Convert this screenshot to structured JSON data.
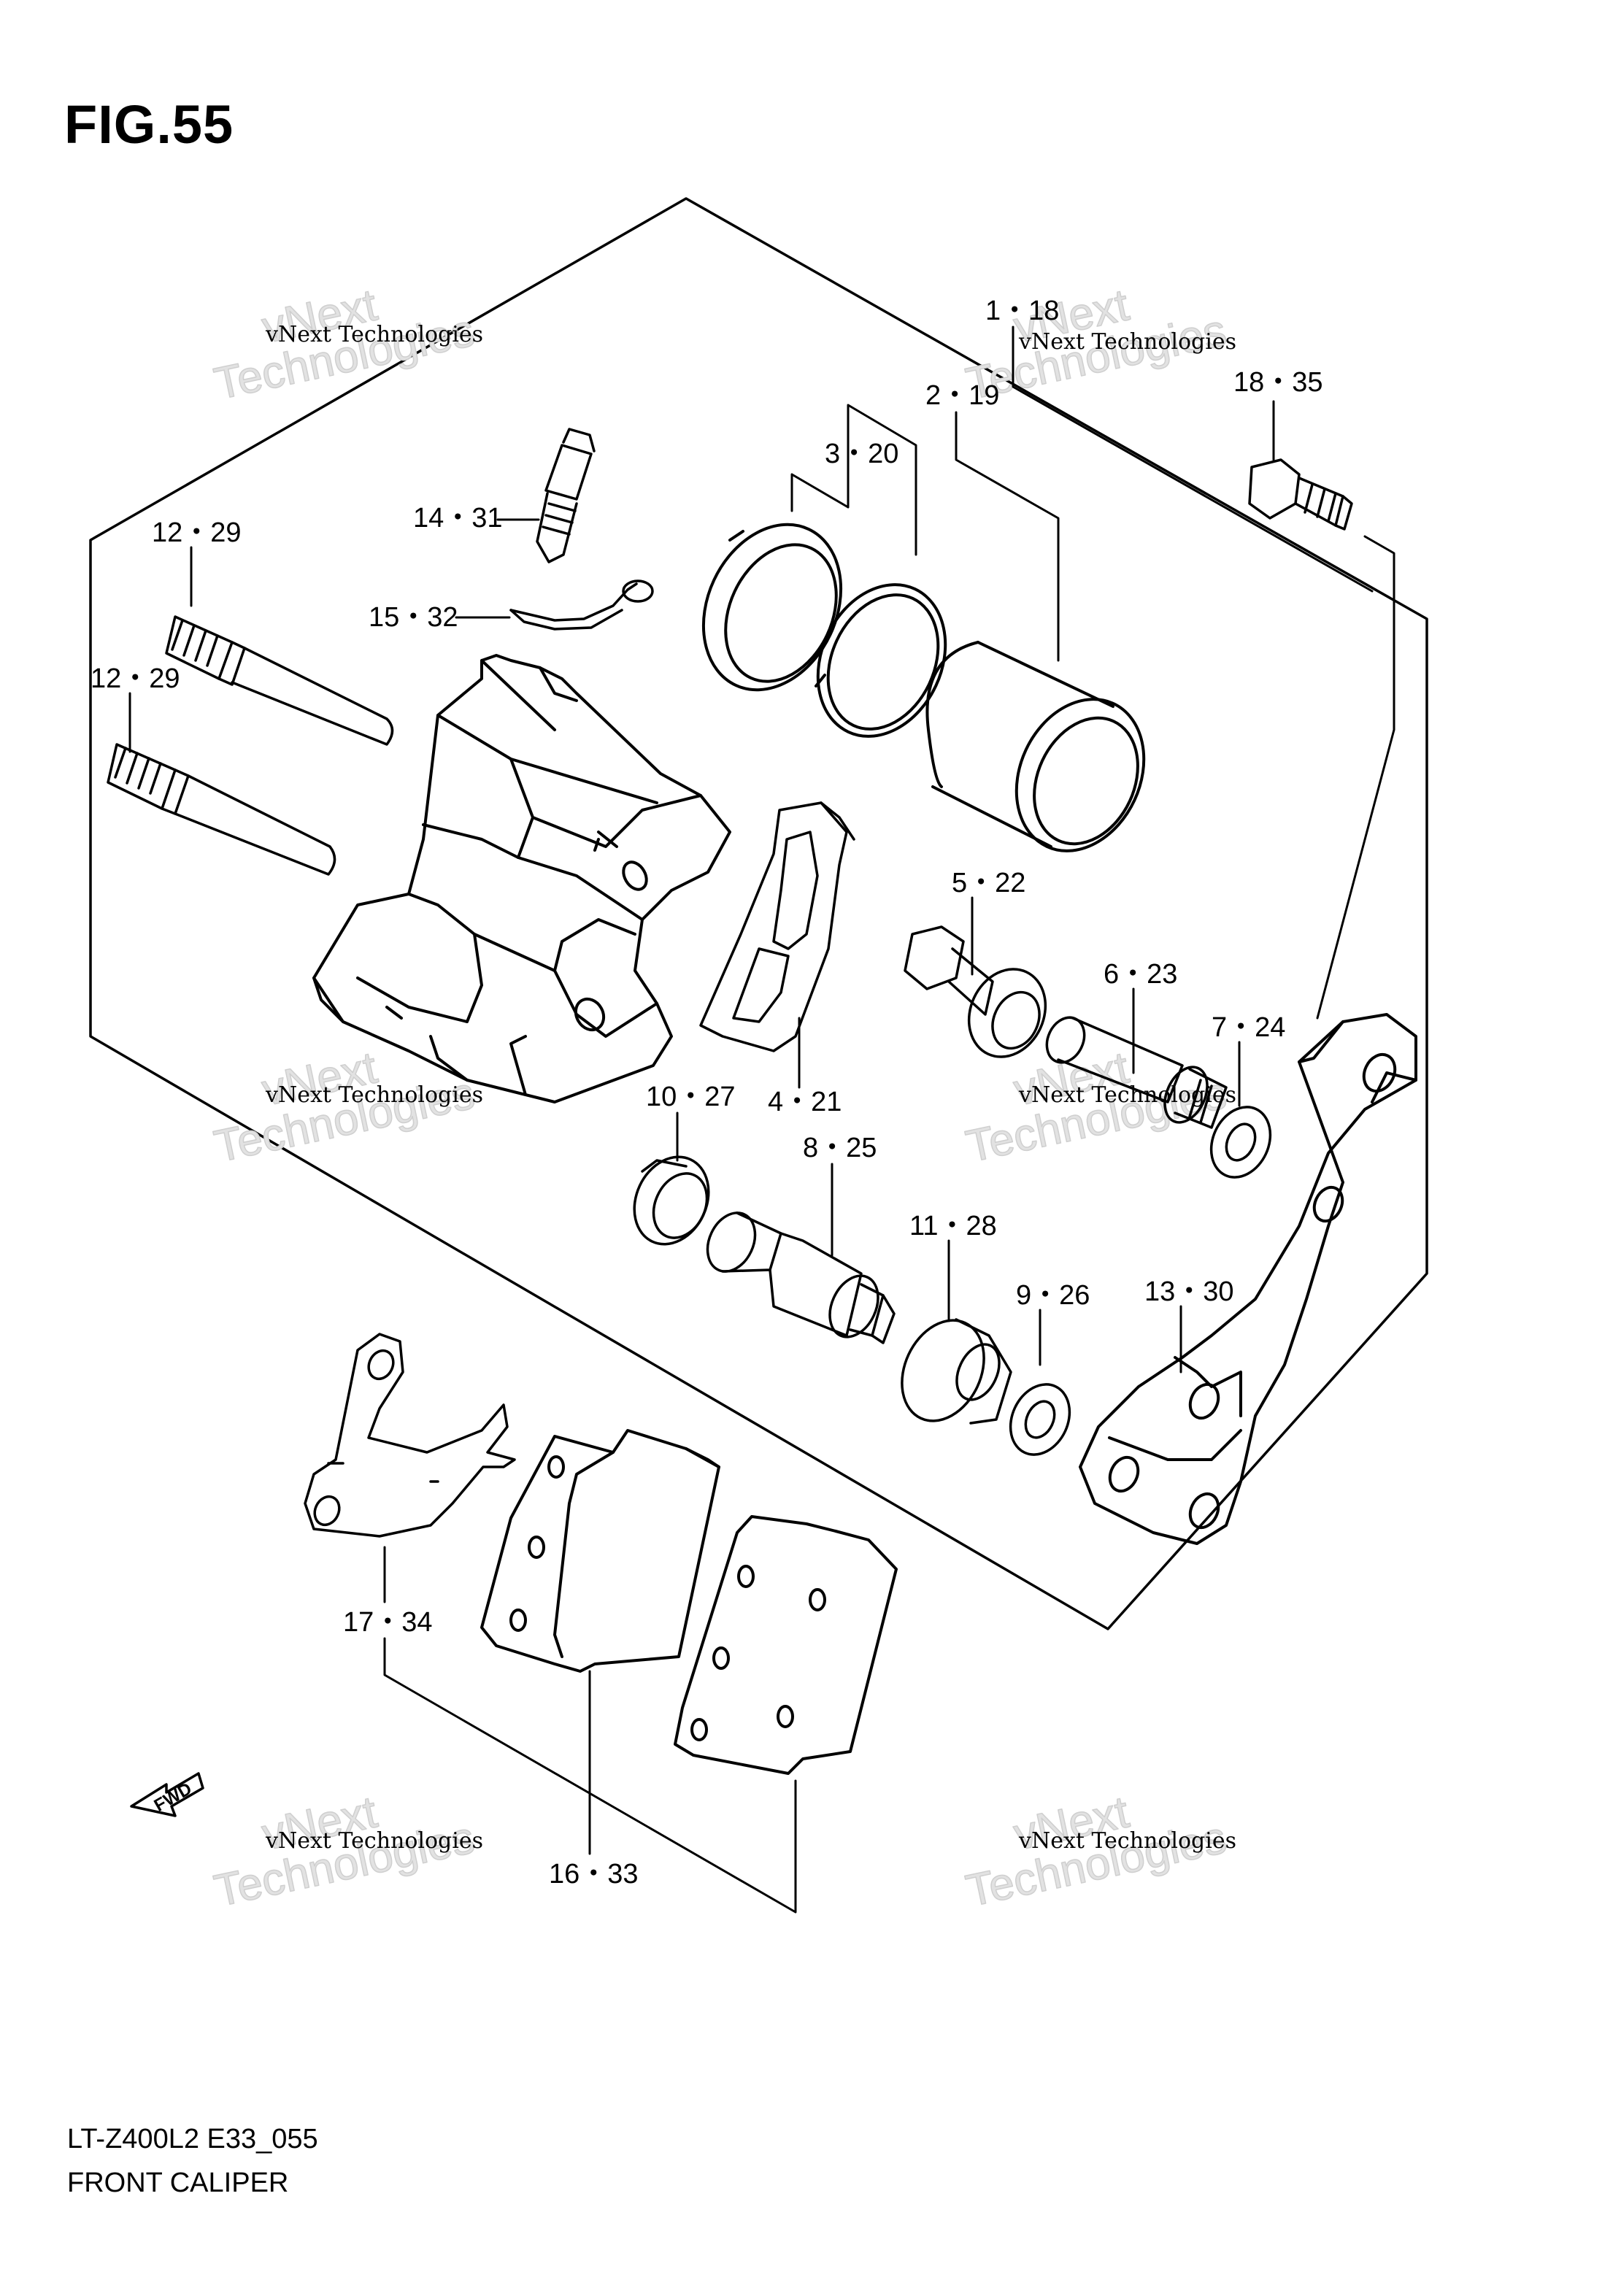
{
  "figure": {
    "title": "FIG.55"
  },
  "footer": {
    "model_code": "LT-Z400L2  E33_055",
    "section_name": "FRONT CALIPER"
  },
  "direction_arrow": {
    "label": "FWD",
    "icon": "fwd-arrow-icon"
  },
  "watermark": {
    "line1": "vNext Technologies",
    "line2": "vNext\nTechnologies"
  },
  "callouts": [
    {
      "id": "c1",
      "label": "1・18"
    },
    {
      "id": "c2",
      "label": "2・19"
    },
    {
      "id": "c3",
      "label": "3・20"
    },
    {
      "id": "c4",
      "label": "4・21"
    },
    {
      "id": "c5",
      "label": "5・22"
    },
    {
      "id": "c6",
      "label": "6・23"
    },
    {
      "id": "c7",
      "label": "7・24"
    },
    {
      "id": "c8",
      "label": "8・25"
    },
    {
      "id": "c9",
      "label": "9・26"
    },
    {
      "id": "c10",
      "label": "10・27"
    },
    {
      "id": "c11",
      "label": "11・28"
    },
    {
      "id": "c12a",
      "label": "12・29"
    },
    {
      "id": "c12b",
      "label": "12・29"
    },
    {
      "id": "c13",
      "label": "13・30"
    },
    {
      "id": "c14",
      "label": "14・31"
    },
    {
      "id": "c15",
      "label": "15・32"
    },
    {
      "id": "c16",
      "label": "16・33"
    },
    {
      "id": "c17",
      "label": "17・34"
    },
    {
      "id": "c18",
      "label": "18・35"
    }
  ],
  "parts": [
    {
      "name": "caliper-body"
    },
    {
      "name": "piston"
    },
    {
      "name": "piston-seal"
    },
    {
      "name": "dust-seal"
    },
    {
      "name": "pad-spring"
    },
    {
      "name": "slide-pin"
    },
    {
      "name": "slide-pin-bolt"
    },
    {
      "name": "washer"
    },
    {
      "name": "sleeve"
    },
    {
      "name": "sleeve-boot"
    },
    {
      "name": "caliper-holder"
    },
    {
      "name": "pad-pin"
    },
    {
      "name": "bleeder-valve"
    },
    {
      "name": "bleeder-cap"
    },
    {
      "name": "brake-pad-set"
    },
    {
      "name": "pad-shim"
    },
    {
      "name": "caliper-bolt"
    }
  ]
}
